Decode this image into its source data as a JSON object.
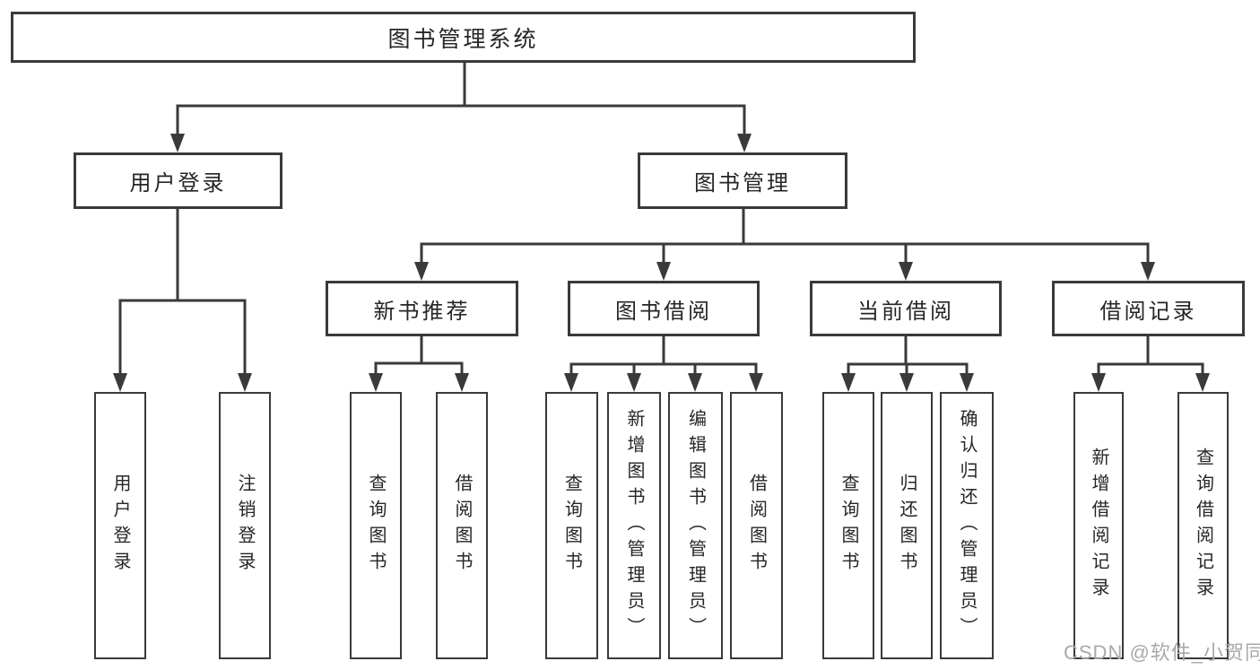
{
  "diagram": {
    "title": "图书管理系统",
    "level2": {
      "login": "用户登录",
      "management": "图书管理"
    },
    "level3": {
      "recommend": "新书推荐",
      "borrow": "图书借阅",
      "current": "当前借阅",
      "records": "借阅记录"
    },
    "leaves": {
      "login": [
        "用户登录",
        "注销登录"
      ],
      "recommend": [
        "查询图书",
        "借阅图书"
      ],
      "borrow": [
        "查询图书",
        "新增图书（管理员）",
        "编辑图书（管理员）",
        "借阅图书"
      ],
      "current": [
        "查询图书",
        "归还图书",
        "确认归还（管理员）"
      ],
      "records": [
        "新增借阅记录",
        "查询借阅记录"
      ]
    }
  },
  "watermark": {
    "text": "CSDN @软件_小贺同学"
  },
  "colors": {
    "line": "#3a3a3a",
    "text": "#262626",
    "background": "#ffffff",
    "watermark": "#a9a9a9"
  }
}
